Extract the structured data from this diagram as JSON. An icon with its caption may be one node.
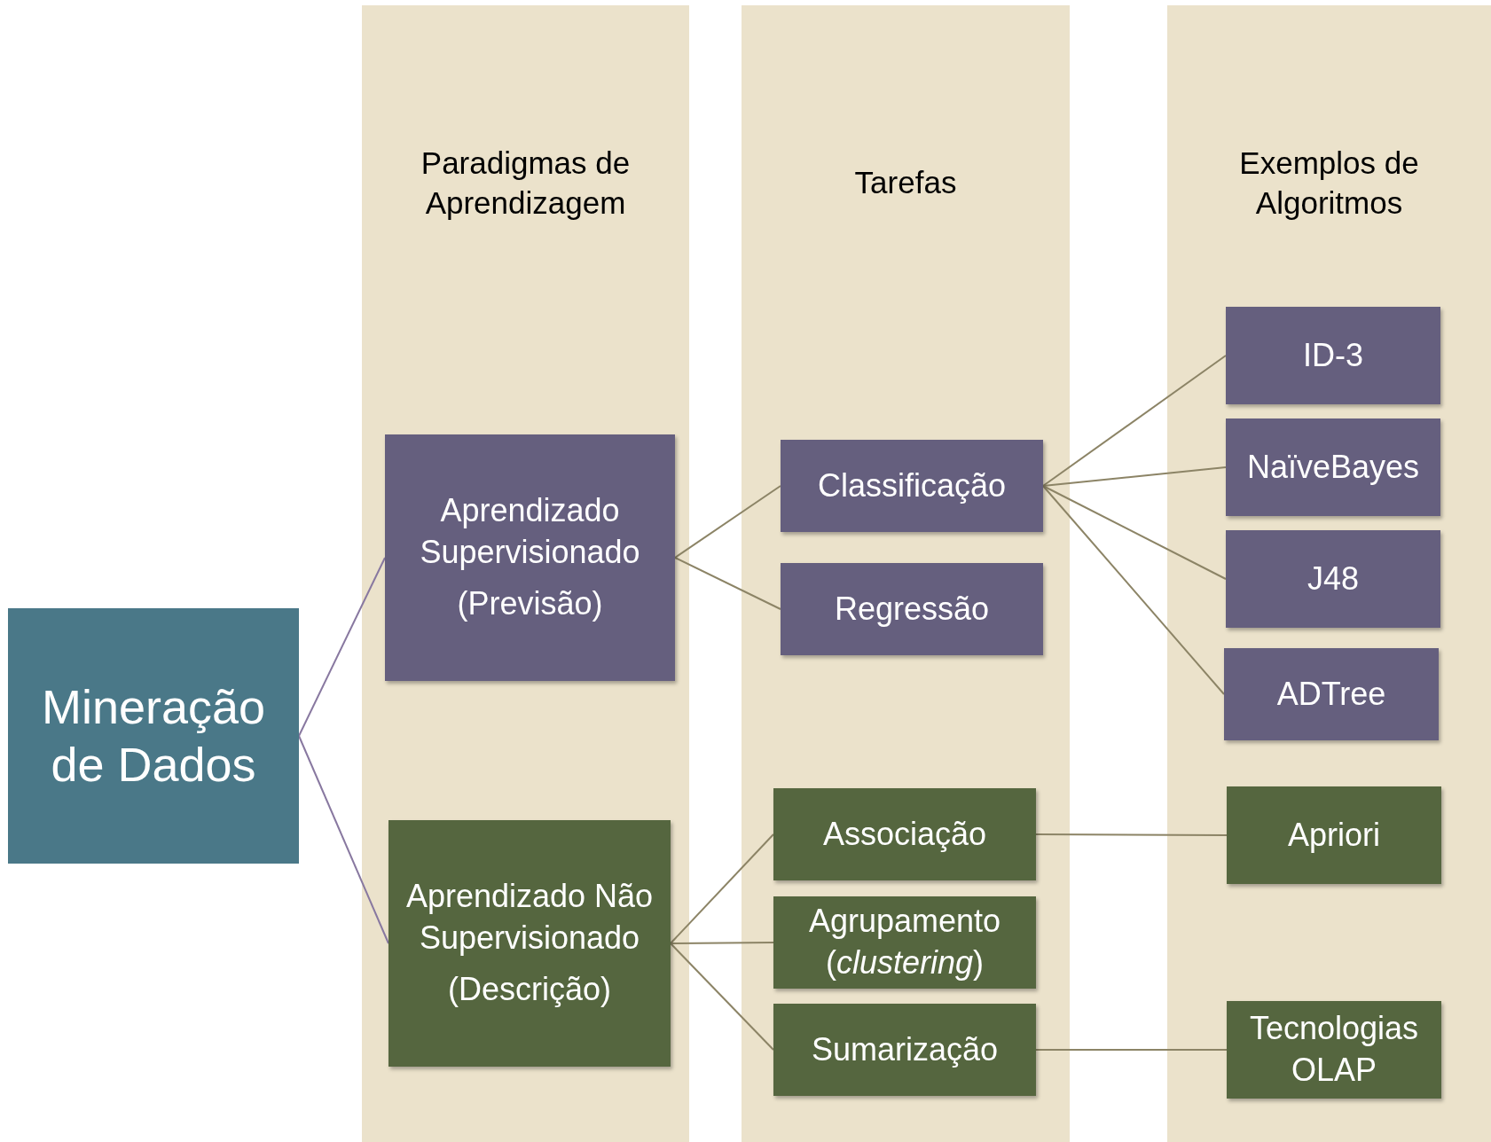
{
  "diagram": {
    "nodes": [
      {
        "text": [
          "Mineração de Dados"
        ]
      },
      {
        "text": [
          "Paradigmas de Aprendizagem"
        ]
      },
      {
        "text": [
          "Aprendizado Supervisionado",
          "(Previsão)"
        ],
        "in": 1
      },
      {
        "text": [
          "Aprendizado Não Supervisionado",
          "(Descrição)"
        ],
        "in": 1
      },
      {
        "text": [
          "Tarefas"
        ]
      },
      {
        "text": [
          "Classificação"
        ],
        "in": 4
      },
      {
        "text": [
          "Regressão"
        ],
        "in": 4
      },
      {
        "text": [
          "Associação"
        ],
        "in": 4
      },
      {
        "text": [
          "Agrupamento (*clustering*)"
        ],
        "in": 4
      },
      {
        "text": [
          "Sumarização"
        ],
        "in": 4
      },
      {
        "text": [
          "Exemplos de Algoritmos"
        ]
      },
      {
        "text": [
          "ID-3"
        ],
        "in": 10
      },
      {
        "text": [
          "NaïveBayes"
        ],
        "in": 10
      },
      {
        "text": [
          "J48"
        ],
        "in": 10
      },
      {
        "text": [
          "ADTree"
        ],
        "in": 10
      },
      {
        "text": [
          "Apriori"
        ],
        "in": 10
      },
      {
        "text": [
          "Tecnologias OLAP"
        ],
        "in": 10
      }
    ],
    "edges": [
      {
        "from": 0,
        "to": 2,
        "arrow": "none",
        "color": "#8878a0"
      },
      {
        "from": 0,
        "to": 3,
        "arrow": "none",
        "color": "#8878a0"
      },
      {
        "from": 2,
        "to": 5,
        "arrow": "none"
      },
      {
        "from": 2,
        "to": 6,
        "arrow": "none"
      },
      {
        "from": 3,
        "to": 7,
        "arrow": "none"
      },
      {
        "from": 3,
        "to": 8,
        "arrow": "none"
      },
      {
        "from": 3,
        "to": 9,
        "arrow": "none"
      },
      {
        "from": 5,
        "to": 11,
        "arrow": "none"
      },
      {
        "from": 5,
        "to": 12,
        "arrow": "none"
      },
      {
        "from": 5,
        "to": 13,
        "arrow": "none"
      },
      {
        "from": 5,
        "to": 14,
        "arrow": "none"
      },
      {
        "from": 7,
        "to": 15,
        "arrow": "none"
      },
      {
        "from": 9,
        "to": 16,
        "arrow": "none"
      }
    ]
  }
}
